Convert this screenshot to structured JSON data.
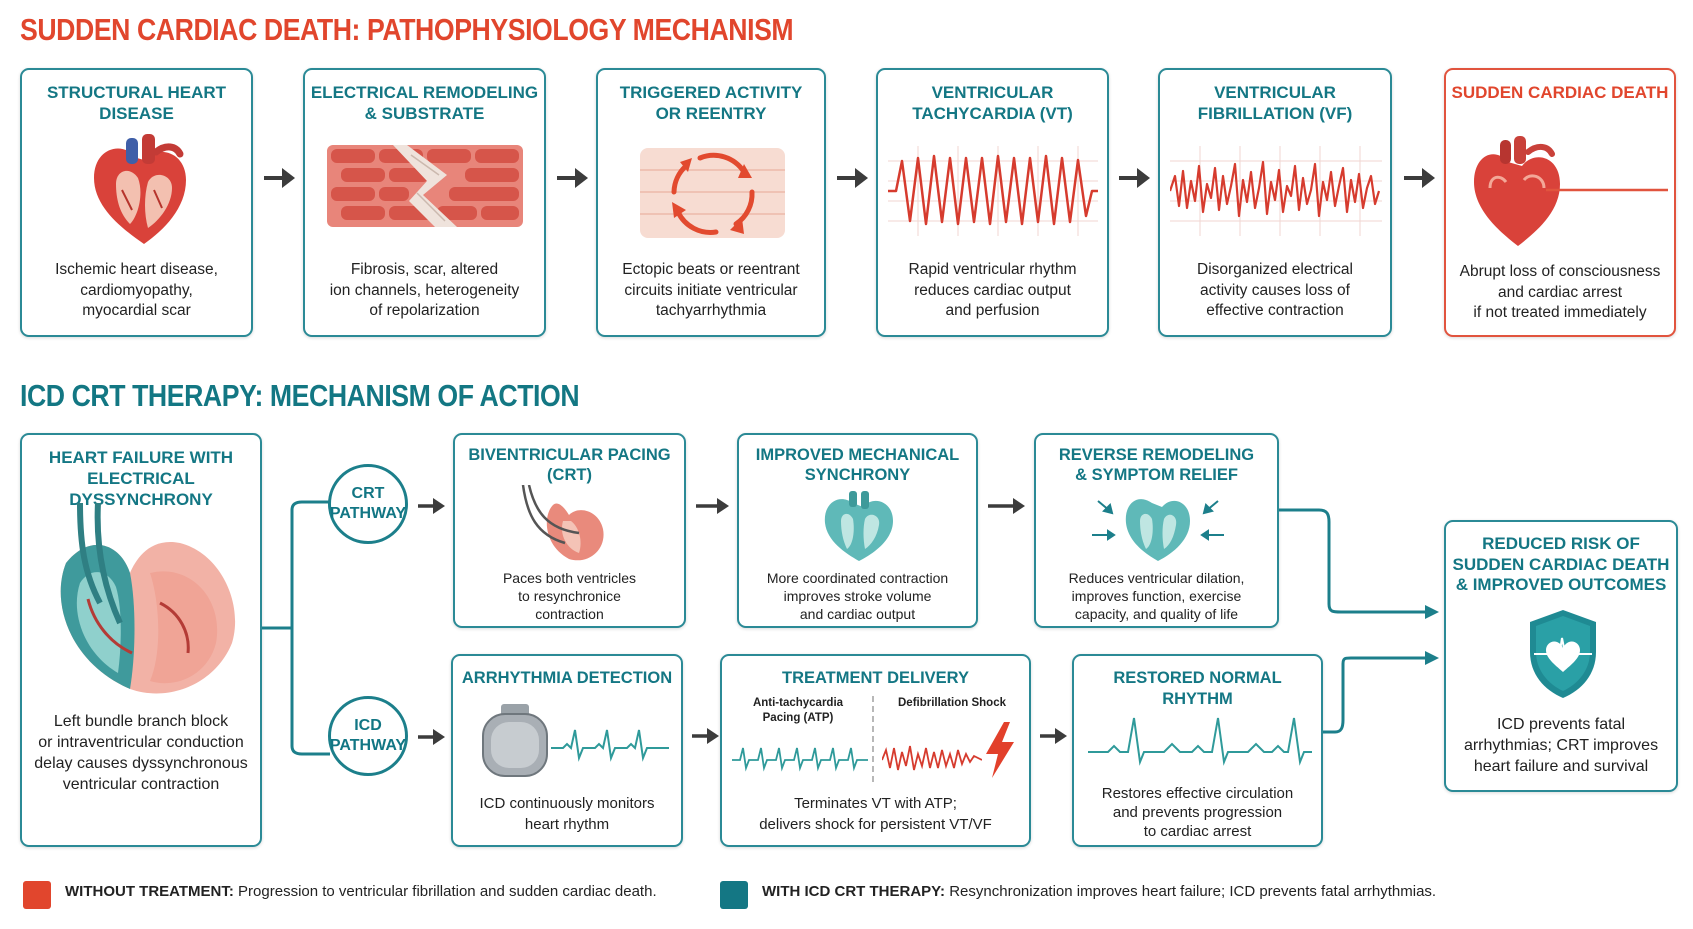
{
  "section1": {
    "title": "SUDDEN CARDIAC DEATH: PATHOPHYSIOLOGY MECHANISM",
    "steps": [
      {
        "title_l1": "STRUCTURAL HEART",
        "title_l2": "DISEASE",
        "desc": [
          "Ischemic heart disease,",
          "cardiomyopathy,",
          "myocardial scar"
        ]
      },
      {
        "title_l1": "ELECTRICAL REMODELING",
        "title_l2": "& SUBSTRATE",
        "desc": [
          "Fibrosis, scar, altered",
          "ion channels, heterogeneity",
          "of repolarization"
        ]
      },
      {
        "title_l1": "TRIGGERED ACTIVITY",
        "title_l2": "OR REENTRY",
        "desc": [
          "Ectopic beats or reentrant",
          "circuits initiate ventricular",
          "tachyarrhythmia"
        ]
      },
      {
        "title_l1": "VENTRICULAR",
        "title_l2": "TACHYCARDIA (VT)",
        "desc": [
          "Rapid ventricular rhythm",
          "reduces cardiac output",
          "and perfusion"
        ]
      },
      {
        "title_l1": "VENTRICULAR",
        "title_l2": "FIBRILLATION (VF)",
        "desc": [
          "Disorganized electrical",
          "activity causes loss of",
          "effective contraction"
        ]
      },
      {
        "title_l1": "SUDDEN CARDIAC DEATH",
        "title_l2": "",
        "desc": [
          "Abrupt loss of consciousness",
          "and cardiac arrest",
          "if not treated immediately"
        ]
      }
    ]
  },
  "section2": {
    "title": "ICD CRT THERAPY: MECHANISM OF ACTION",
    "source": {
      "title_l1": "HEART FAILURE WITH",
      "title_l2": "ELECTRICAL DYSSYNCHRONY",
      "desc": [
        "Left bundle branch block",
        "or intraventricular conduction",
        "delay causes dyssynchronous",
        "ventricular contraction"
      ]
    },
    "crt_pathway": {
      "l1": "CRT",
      "l2": "PATHWAY"
    },
    "icd_pathway": {
      "l1": "ICD",
      "l2": "PATHWAY"
    },
    "crt_steps": [
      {
        "title_l1": "BIVENTRICULAR PACING",
        "title_l2": "(CRT)",
        "desc": [
          "Paces both ventricles",
          "to resynchronice",
          "contraction"
        ]
      },
      {
        "title_l1": "IMPROVED MECHANICAL",
        "title_l2": "SYNCHRONY",
        "desc": [
          "More coordinated contraction",
          "improves stroke volume",
          "and cardiac output"
        ]
      },
      {
        "title_l1": "REVERSE REMODELING",
        "title_l2": "& SYMPTOM RELIEF",
        "desc": [
          "Reduces ventricular dilation,",
          "improves function, exercise",
          "capacity, and quality of life"
        ]
      }
    ],
    "icd_steps": [
      {
        "title_l1": "ARRHYTHMIA DETECTION",
        "desc": [
          "ICD continuously monitors",
          "heart rhythm"
        ]
      },
      {
        "title_l1": "TREATMENT DELIVERY",
        "atp_l1": "Anti-tachycardia",
        "atp_l2": "Pacing (ATP)",
        "shock": "Defibrillation Shock",
        "desc": [
          "Terminates VT with ATP;",
          "delivers shock for persistent VT/VF"
        ]
      },
      {
        "title_l1": "RESTORED NORMAL RHYTHM",
        "desc": [
          "Restores effective circulation",
          "and prevents progression",
          "to cardiac arrest"
        ]
      }
    ],
    "outcome": {
      "title": [
        "REDUCED RISK OF",
        "SUDDEN CARDIAC DEATH",
        "& IMPROVED OUTCOMES"
      ],
      "desc": [
        "ICD prevents fatal",
        "arrhythmias; CRT improves",
        "heart failure and survival"
      ]
    }
  },
  "legend": {
    "red_label": "WITHOUT TREATMENT:",
    "red_text": " Progression to ventricular fibrillation and sudden cardiac death.",
    "teal_label": "WITH ICD CRT THERAPY:",
    "teal_text": " Resynchronization improves heart failure; ICD prevents fatal arrhythmias."
  },
  "colors": {
    "red": "#e1462d",
    "teal": "#147784",
    "teal_light": "#5fb9b8",
    "heart_red": "#d9423a"
  },
  "icons": [
    "heart-icon",
    "muscle-fibers-icon",
    "reentry-circle-icon",
    "ecg-vt-icon",
    "ecg-vf-icon",
    "heart-flatline-icon",
    "pacemaker-heart-icon",
    "synchrony-heart-icon",
    "remodel-heart-icon",
    "icd-device-icon",
    "lightning-icon",
    "shield-heart-icon"
  ]
}
